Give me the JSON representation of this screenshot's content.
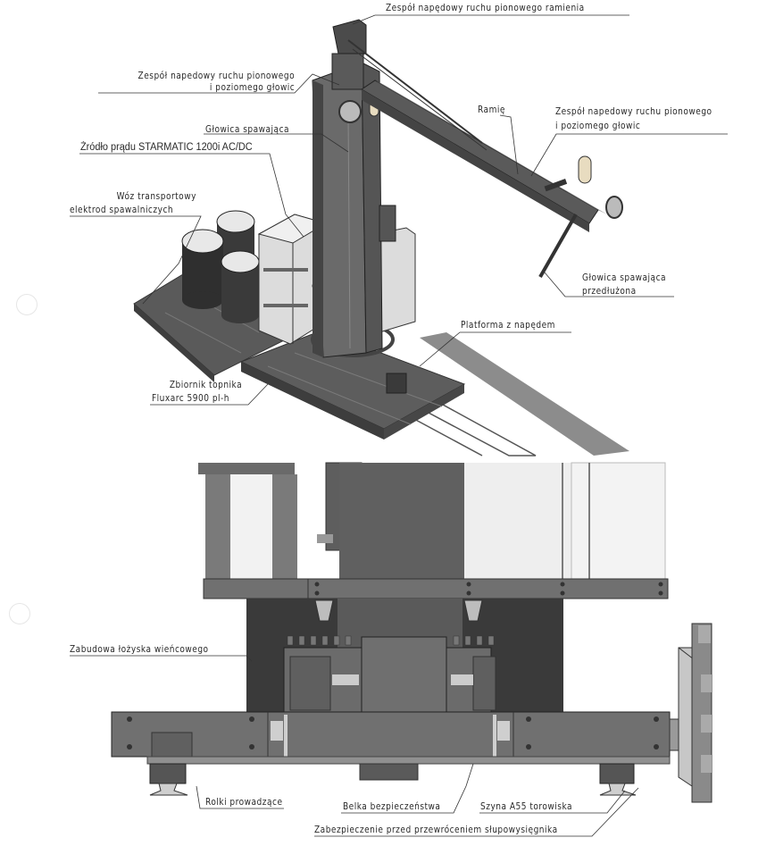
{
  "document": {
    "figure_top": {
      "title": "Isometric view of column-and-boom welding manipulator",
      "labels": {
        "arm_vertical_drive": "Zespół napędowy ruchu pionowego ramienia",
        "head_drive_left_l1": "Zespół napedowy ruchu pionowego",
        "head_drive_left_l2": "i poziomego głowic",
        "arm": "Ramię",
        "head_drive_right_l1": "Zespół napedowy ruchu pionowego",
        "head_drive_right_l2": "i poziomego głowic",
        "welding_head": "Głowica spawająca",
        "power_source": "Źródło prądu STARMATIC 1200i AC/DC",
        "cart_l1": "Wóz transportowy",
        "cart_l2": "elektrod spawalniczych",
        "extended_head_l1": "Głowica spawająca",
        "extended_head_l2": "przedłużona",
        "platform": "Platforma z napędem",
        "flux_tank_l1": "Zbiornik topnika",
        "flux_tank_l2": "Fluxarc 5900 pl-h"
      }
    },
    "figure_bottom": {
      "title": "Front view of base and carriage",
      "labels": {
        "slewing_bearing": "Zabudowa łożyska wieńcowego",
        "guide_rollers": "Rolki prowadzące",
        "safety_beam": "Belka bezpieczeństwa",
        "rail": "Szyna A55 torowiska",
        "anti_tip": "Zabezpieczenie przed przewróceniem słupowysięgnika"
      }
    },
    "colors": {
      "steel_dark": "#4a4a4a",
      "steel_mid": "#6e6e6e",
      "steel_light": "#9a9a9a",
      "panel_light": "#e2e2e2",
      "line": "#2a2a2a"
    }
  }
}
